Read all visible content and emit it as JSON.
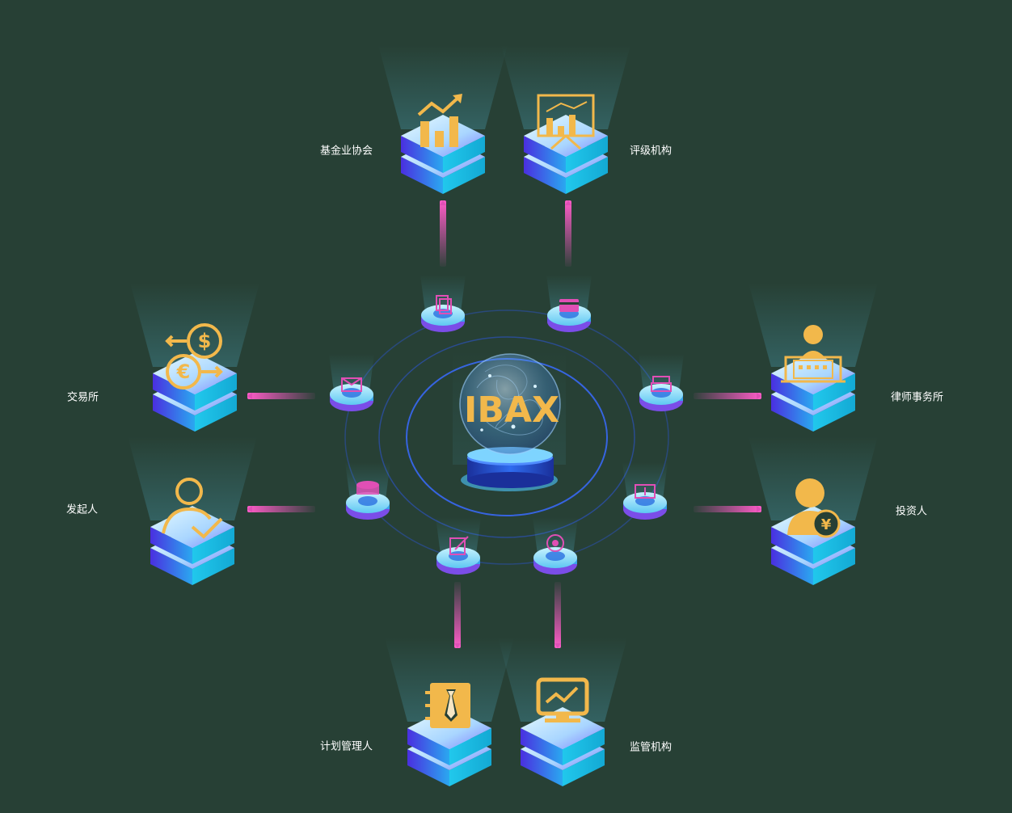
{
  "center": {
    "title": "IBAX"
  },
  "nodes": [
    {
      "id": "fund-association",
      "label": "基金业协会",
      "icon": "bar-chart-trending-up-icon"
    },
    {
      "id": "rating-agency",
      "label": "评级机构",
      "icon": "presentation-board-icon"
    },
    {
      "id": "exchange",
      "label": "交易所",
      "icon": "currency-exchange-icon"
    },
    {
      "id": "law-firm",
      "label": "律师事务所",
      "icon": "lawyer-desk-icon"
    },
    {
      "id": "sponsor",
      "label": "发起人",
      "icon": "person-check-icon"
    },
    {
      "id": "investor",
      "label": "投资人",
      "icon": "person-yuan-icon"
    },
    {
      "id": "plan-manager",
      "label": "计划管理人",
      "icon": "notebook-tie-icon"
    },
    {
      "id": "regulator",
      "label": "监管机构",
      "icon": "monitor-trend-icon"
    }
  ],
  "pedestals": [
    {
      "icon": "documents-icon"
    },
    {
      "icon": "card-icon"
    },
    {
      "icon": "envelope-check-icon"
    },
    {
      "icon": "printer-icon"
    },
    {
      "icon": "coin-stack-yuan-icon"
    },
    {
      "icon": "wallet-yuan-icon"
    },
    {
      "icon": "contract-sign-icon"
    },
    {
      "icon": "seal-stamp-icon"
    }
  ],
  "colors": {
    "background": "#274035",
    "icon_gold": "#F2B84B",
    "cube_cyan": "#1BC6E8",
    "cube_purple": "#5B3BE6",
    "connector_pink": "#E04FB5",
    "ring_blue": "#2F5BFF"
  }
}
